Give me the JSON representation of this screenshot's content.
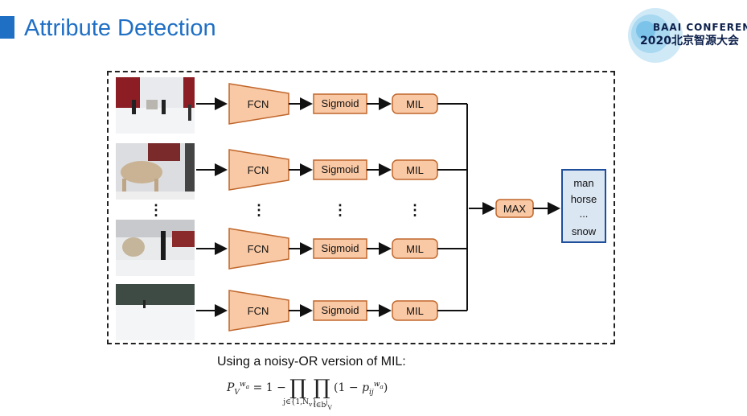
{
  "title": "Attribute Detection",
  "logo": {
    "line1": "BAAI CONFERENCE",
    "line2": "2020北京智源大会"
  },
  "diagram": {
    "rows": [
      {
        "fcn": "FCN",
        "sigmoid": "Sigmoid",
        "mil": "MIL"
      },
      {
        "fcn": "FCN",
        "sigmoid": "Sigmoid",
        "mil": "MIL"
      },
      {
        "fcn": "FCN",
        "sigmoid": "Sigmoid",
        "mil": "MIL"
      },
      {
        "fcn": "FCN",
        "sigmoid": "Sigmoid",
        "mil": "MIL"
      }
    ],
    "ellipsis": "⋮",
    "max_label": "MAX",
    "outputs": [
      "man",
      "horse",
      "...",
      "snow"
    ]
  },
  "caption": "Using a noisy-OR version of MIL:",
  "colors": {
    "accent": "#1f6fc5",
    "box_fill": "#f9c8a4",
    "box_stroke": "#c0672c",
    "output_border": "#1f4e9b"
  }
}
